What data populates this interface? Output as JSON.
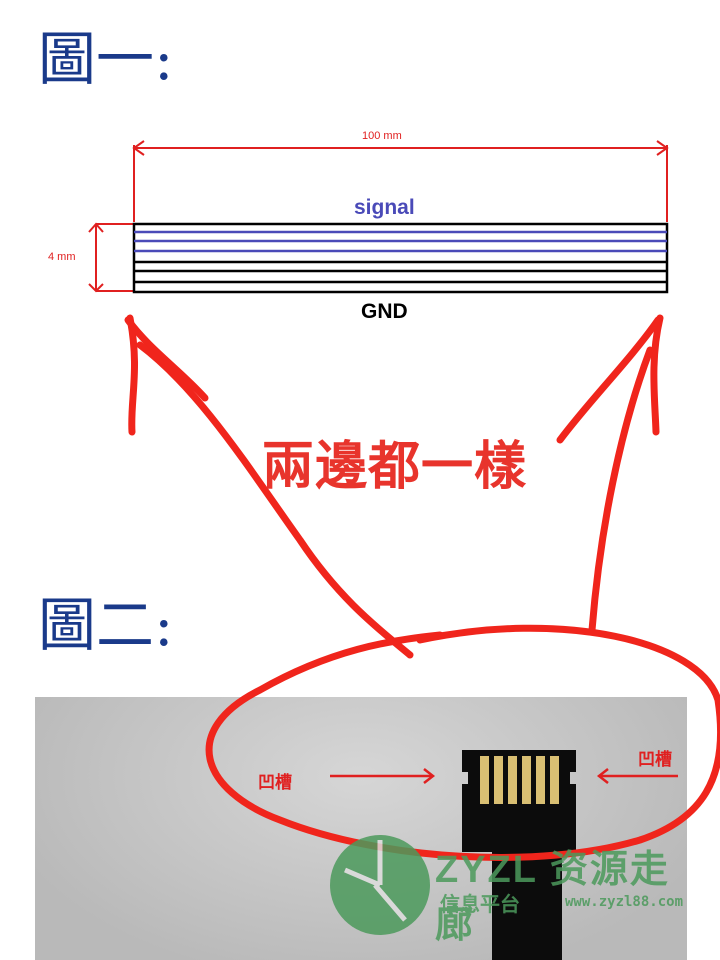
{
  "figure1": {
    "title": "圖一:",
    "length_label": "100 mm",
    "height_label": "4 mm",
    "signal_label": "signal",
    "gnd_label": "GND",
    "note": "兩邊都一樣"
  },
  "figure2": {
    "title": "圖二:",
    "groove_left": "凹槽",
    "groove_right": "凹槽"
  },
  "watermark": {
    "brand": "ZYZL 资源走廊",
    "sub": "信息平台",
    "url": "www.zyzl88.com"
  },
  "colors": {
    "annotation": "#e8342c",
    "signal": "#4a4ab8",
    "title": "#1a3a8a"
  }
}
